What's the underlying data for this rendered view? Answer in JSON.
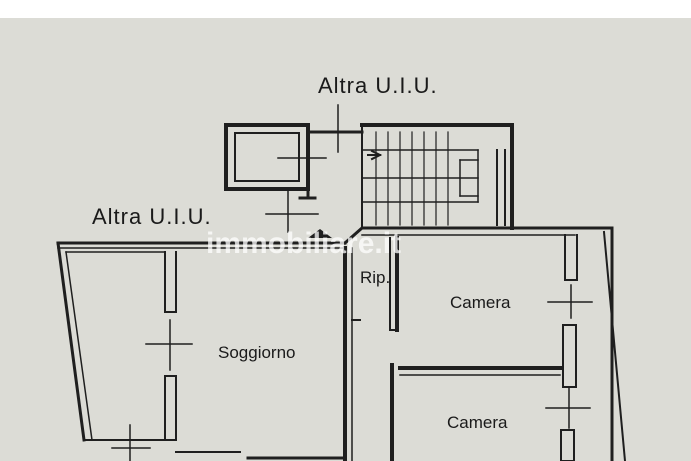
{
  "labels": {
    "unit_top": "Altra U.I.U.",
    "unit_left": "Altra U.I.U.",
    "ripostiglio": "Rip.",
    "camera_1": "Camera",
    "soggiorno": "Soggiorno",
    "camera_2": "Camera"
  },
  "watermark": "immobiliare.it",
  "colors": {
    "paper": "#dcdcd6",
    "ink": "#1f1f1f"
  }
}
